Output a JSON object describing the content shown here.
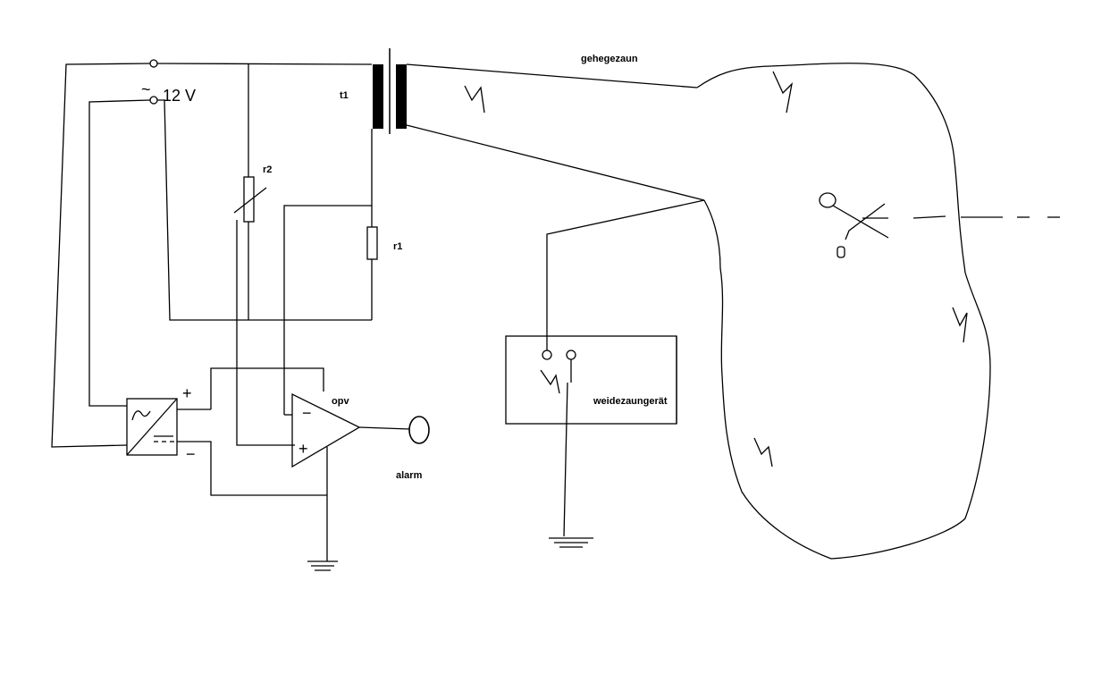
{
  "labels": {
    "t1": "t1",
    "r2": "r2",
    "r1": "r1",
    "opv": "opv",
    "alarm": "alarm",
    "gehegezaun": "gehegezaun",
    "weidezaungeraet": "weidezaungerät",
    "ac_symbol": "~",
    "voltage": "12 V",
    "opamp_minus": "−",
    "opamp_plus": "+",
    "supply_plus": "+",
    "supply_minus": "−"
  }
}
